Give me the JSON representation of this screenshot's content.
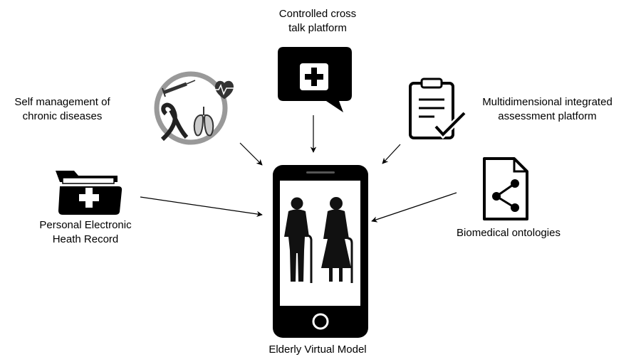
{
  "diagram": {
    "center": {
      "label": "Elderly Virtual Model",
      "icon": "smartphone-elderly-couple-icon"
    },
    "nodes": [
      {
        "id": "cross",
        "lines": [
          "Controlled cross",
          "talk platform"
        ],
        "icon": "medical-chat-bubble-icon"
      },
      {
        "id": "self",
        "lines": [
          "Self management of",
          "chronic diseases"
        ],
        "icon": "chronic-disease-cycle-icon"
      },
      {
        "id": "multi",
        "lines": [
          "Multidimensional integrated",
          "assessment platform"
        ],
        "icon": "clipboard-check-icon"
      },
      {
        "id": "ehr",
        "lines": [
          "Personal Electronic",
          "Heath Record"
        ],
        "icon": "medical-folder-icon"
      },
      {
        "id": "onto",
        "lines": [
          "Biomedical ontologies"
        ],
        "icon": "share-document-icon"
      }
    ]
  }
}
